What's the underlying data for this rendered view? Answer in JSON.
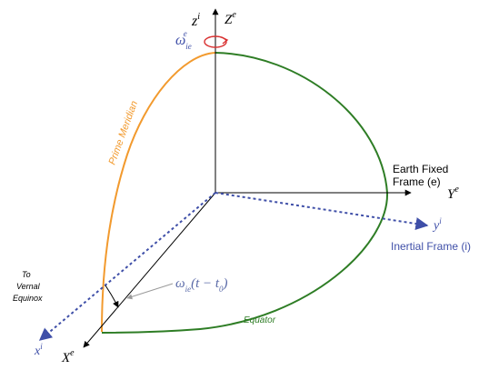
{
  "labels": {
    "z_inertial": "z",
    "z_inertial_sup": "i",
    "z_earth": "Z",
    "z_earth_sup": "e",
    "omega": "ω",
    "omega_sub": "ie",
    "omega_sup": "e",
    "prime_meridian": "Prime Meridian",
    "earth_fixed_line1": "Earth Fixed",
    "earth_fixed_line2": "Frame (e)",
    "y_earth": "Y",
    "y_earth_sup": "e",
    "y_inertial": "y",
    "y_inertial_sup": "i",
    "inertial_frame": "Inertial Frame (i)",
    "vernal_line1": "To",
    "vernal_line2": "Vernal",
    "vernal_line3": "Equinox",
    "angle_omega": "ω",
    "angle_sub": "ie",
    "angle_rest": "(t − t",
    "angle_sub0": "0",
    "angle_close": ")",
    "equator": "Equator",
    "x_inertial": "x",
    "x_inertial_sup": "i",
    "x_earth": "X",
    "x_earth_sup": "e"
  },
  "colors": {
    "axis": "#000000",
    "inertial": "#3f4fa8",
    "prime_meridian": "#f29a2e",
    "equator": "#2e7d25",
    "rotation_arrow": "#d93030",
    "omega_text": "#3f4fa8",
    "angle_text": "#5a6aa8",
    "pointer": "#9a9a9a"
  }
}
